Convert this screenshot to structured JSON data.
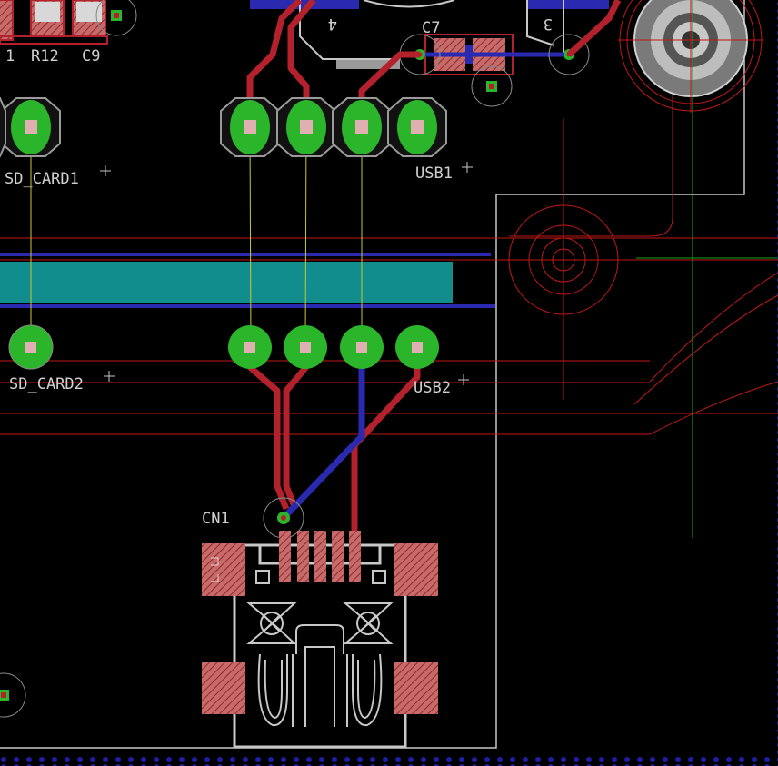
{
  "labels": {
    "r_partial": "1",
    "r12": "R12",
    "c9": "C9",
    "c7": "C7",
    "sd_card1": "SD_CARD1",
    "sd_card2": "SD_CARD2",
    "usb1": "USB1",
    "usb2": "USB2",
    "cn1": "CN1",
    "pin4": "4",
    "pin3": "3"
  },
  "colors": {
    "background": "#000000",
    "top_copper": "#b3212c",
    "bottom_copper": "#2a2ab0",
    "pad_green": "#2bb52b",
    "pad_outline": "#9a9a9a",
    "silkscreen": "#c8c8c8",
    "smd_pad": "#c86a6a",
    "teal_area": "#128d8d",
    "dim_line": "#c01818",
    "airwire": "#c8c832",
    "crosshair": "#18a818",
    "board_edge_dots": "#1e1ea8"
  }
}
